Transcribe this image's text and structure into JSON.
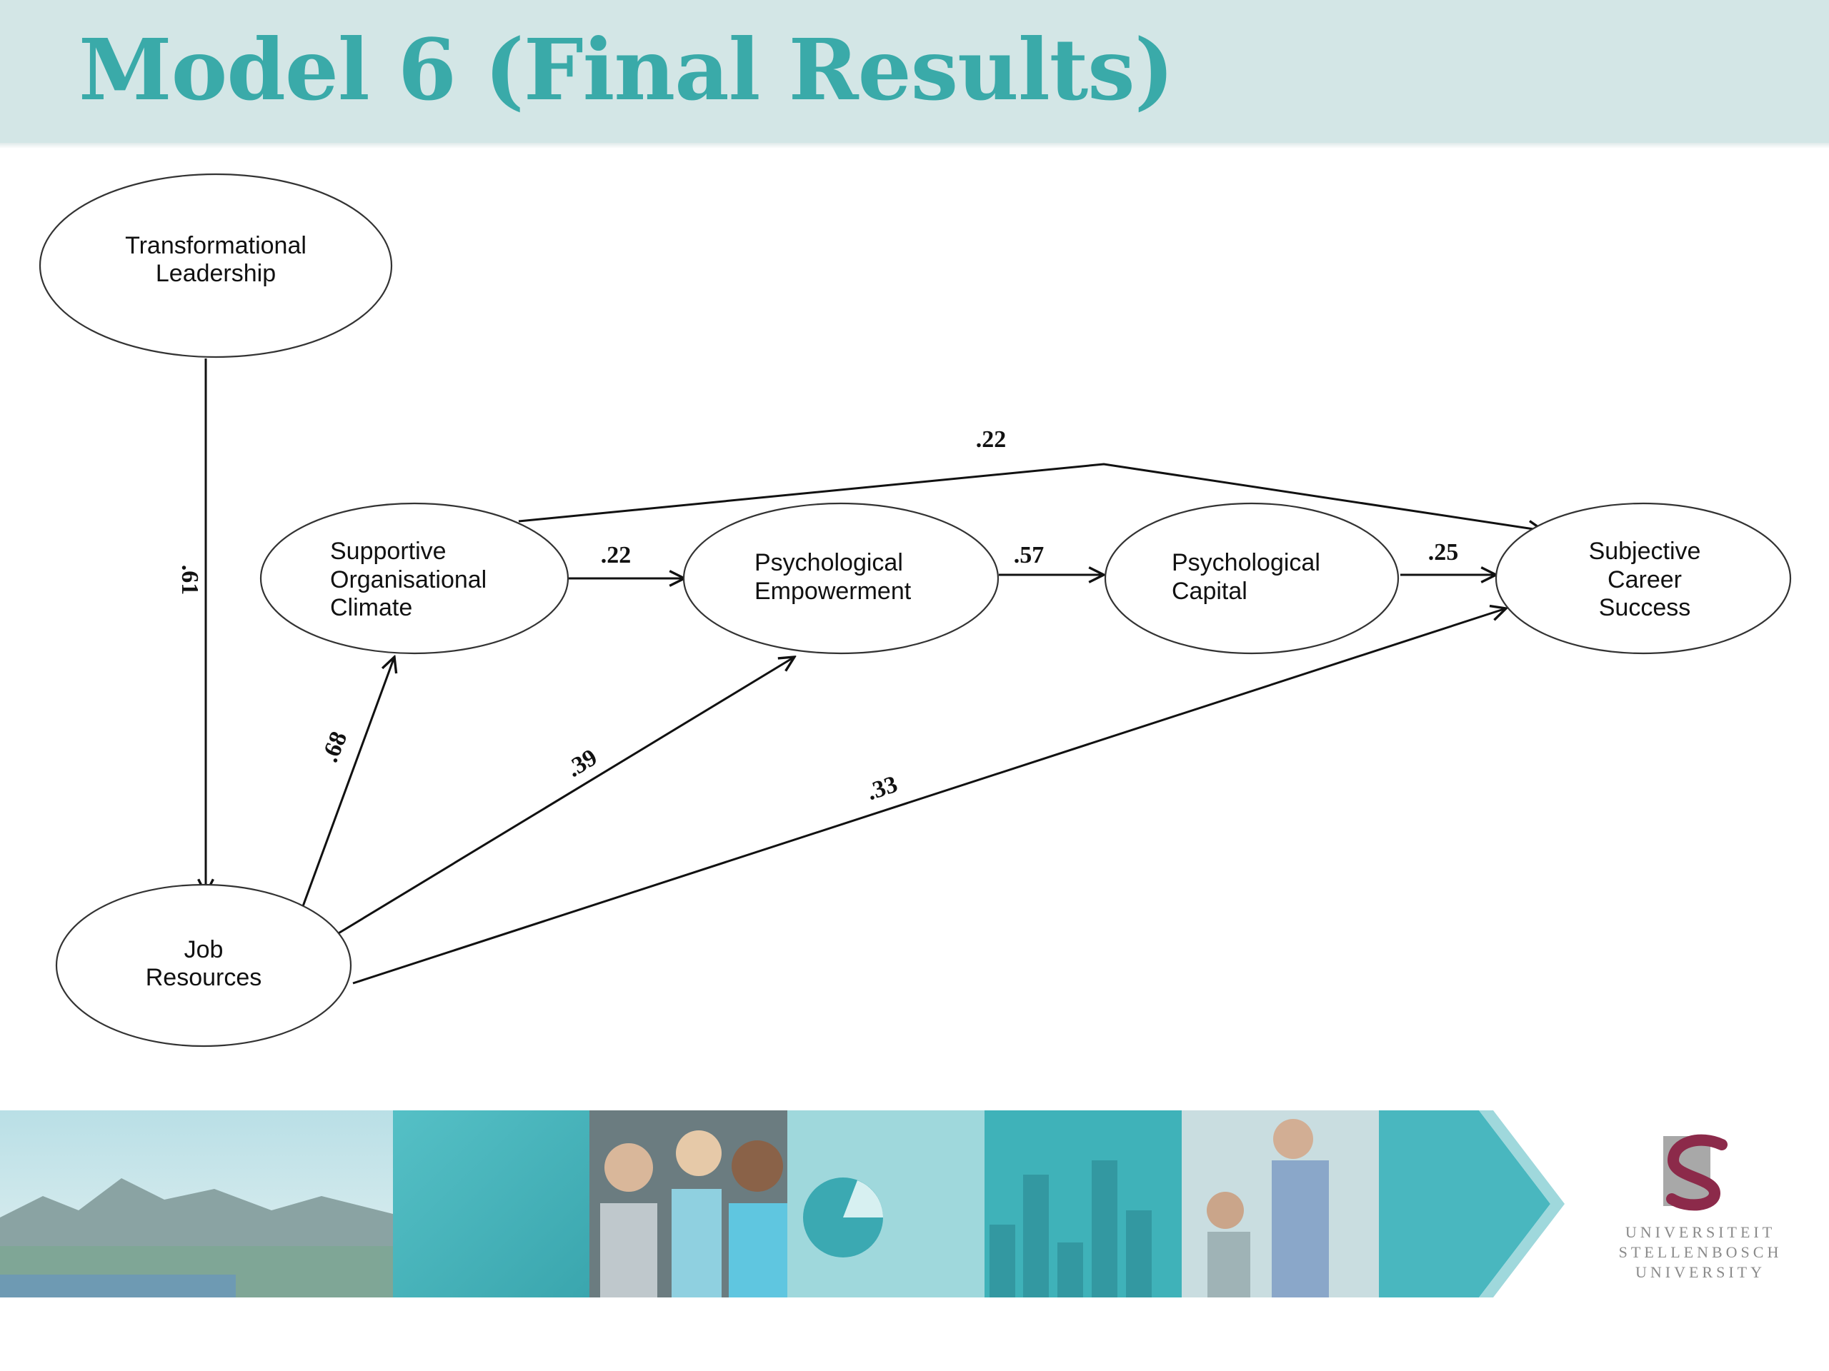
{
  "title": "Model 6 (Final Results)",
  "nodes": {
    "tl": [
      "Transformational",
      "Leadership"
    ],
    "jr": [
      "Job",
      "Resources"
    ],
    "soc": [
      "Supportive",
      "Organisational",
      "Climate"
    ],
    "pe": [
      "Psychological",
      "Empowerment"
    ],
    "pc": [
      "Psychological",
      "Capital"
    ],
    "scs": [
      "Subjective",
      "Career",
      "Success"
    ]
  },
  "edges": [
    {
      "from": "tl",
      "to": "jr",
      "coef": ".61"
    },
    {
      "from": "jr",
      "to": "soc",
      "coef": ".68"
    },
    {
      "from": "jr",
      "to": "pe",
      "coef": ".39"
    },
    {
      "from": "jr",
      "to": "scs",
      "coef": ".33"
    },
    {
      "from": "soc",
      "to": "pe",
      "coef": ".22"
    },
    {
      "from": "pe",
      "to": "pc",
      "coef": ".57"
    },
    {
      "from": "pc",
      "to": "scs",
      "coef": ".25"
    },
    {
      "from": "soc",
      "to": "scs",
      "coef": ".22"
    }
  ],
  "logo": {
    "lines": [
      "UNIVERSITEIT",
      "STELLENBOSCH",
      "UNIVERSITY"
    ],
    "icon": "stellenbosch-s-logo-icon",
    "colors": {
      "s": "#8c2a4a",
      "shield": "#a8a8a8"
    }
  },
  "colors": {
    "title": "#3aaaa9",
    "title_bar": "#d3e6e6",
    "teal": "#4fbcc4"
  }
}
